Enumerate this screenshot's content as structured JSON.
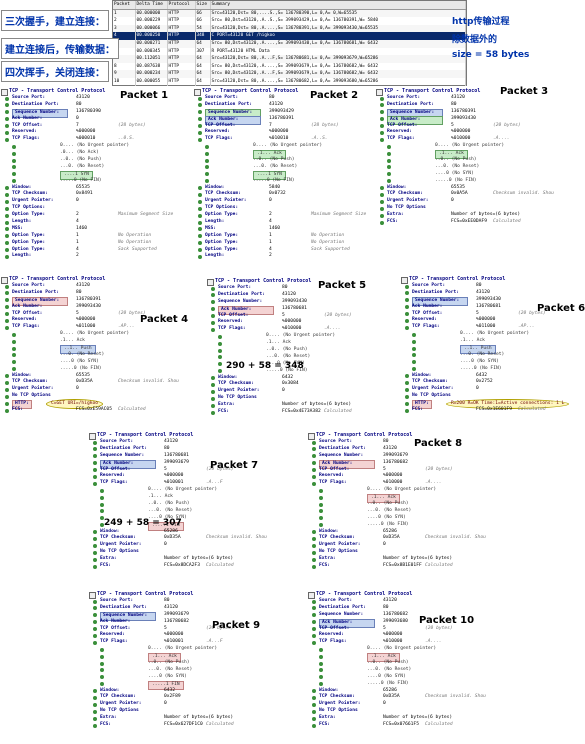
{
  "capture": {
    "columns": [
      "Packet",
      "Delta Time",
      "Protocol",
      "Size",
      "Summary"
    ],
    "rows": [
      [
        "1",
        "00.000000",
        "HTTP",
        "66",
        "Src=43120,Dst=  80,....S.,S= 136780390,L=  0,A=  0,W=65535"
      ],
      [
        "2",
        "00.000229",
        "HTTP",
        "66",
        "Src=   80,Dst=43120,.A..S.,S= 399093429,L=  0,A= 136780391,W= 5840"
      ],
      [
        "3",
        "00.000066",
        "HTTP",
        "54",
        "Src=43120,Dst=  80,.A....,S= 136780391,L=  0,A= 399093430,W=65535"
      ],
      [
        "4",
        "00.000250",
        "HTTP",
        "348",
        "C PORT=43120 GET /higkoo"
      ],
      [
        "5",
        "00.000271",
        "HTTP",
        "64",
        "Src=   80,Dst=43120,.A....,S= 399093430,L=  0,A= 136780681,W= 6432"
      ],
      [
        "6",
        "00.000345",
        "HTTP",
        "307",
        "R PORT=43120 HTML Data"
      ],
      [
        "7",
        "00.112051",
        "HTTP",
        "64",
        "Src=43120,Dst=  80,.A...F,S= 136780681,L=  0,A= 399093679,W=65286"
      ],
      [
        "8",
        "00.087638",
        "HTTP",
        "64",
        "Src=   80,Dst=43120,.A....,S= 399093679,L=  0,A= 136780682,W= 6432"
      ],
      [
        "9",
        "00.000234",
        "HTTP",
        "64",
        "Src=   80,Dst=43120,.A...F,S= 399093679,L=  0,A= 136780682,W= 6432"
      ],
      [
        "10",
        "00.000055",
        "HTTP",
        "64",
        "Src=43120,Dst=  80,.A....,S= 136780682,L=  0,A= 399093680,W=65286"
      ]
    ],
    "selected_row": 3
  },
  "annotations": {
    "handshake": "三次握手，建立连接：",
    "transfer": "建立连接后，传输数据：",
    "teardown": "四次挥手，关闭连接："
  },
  "side_note": {
    "line1": "http传输过程",
    "line2": "除数据外的",
    "line3": "size = 58 bytes"
  },
  "packets": [
    {
      "title": "Packet 1",
      "header": "TCP - Transport Control Protocol",
      "rows": [
        {
          "k": "Source Port:",
          "v": "43120"
        },
        {
          "k": "Destination Port:",
          "v": "80"
        },
        {
          "k": "Sequence Number:",
          "v": "136780390",
          "hl": "blue"
        },
        {
          "k": "Ack Number:",
          "v": "0"
        },
        {
          "k": "TCP Offset:",
          "v": "7",
          "n": "(28 bytes)"
        },
        {
          "k": "Reserved:",
          "v": "%000000"
        },
        {
          "k": "TCP Flags:",
          "v": "%000010",
          "n": "..0.S."
        },
        {
          "f": "0.... (No Urgent pointer)"
        },
        {
          "f": ".0... (No Ack)"
        },
        {
          "f": "..0.. (No Push)"
        },
        {
          "f": "...0. (No Reset)"
        },
        {
          "f": "....1 SYN",
          "hl": "green"
        },
        {
          "f": ".....0 (No FIN)"
        },
        {
          "k": "Window:",
          "v": "65535"
        },
        {
          "k": "TCP Checksum:",
          "v": "0x8491"
        },
        {
          "k": "Urgent Pointer:",
          "v": "0"
        },
        {
          "k": "TCP Options:"
        },
        {
          "k": "  Option Type:",
          "v": "2",
          "n": "Maximum Segment Size"
        },
        {
          "k": "  Length:",
          "v": "4"
        },
        {
          "k": "  MSS:",
          "v": "1460"
        },
        {
          "k": "  Option Type:",
          "v": "1",
          "n": "No Operation"
        },
        {
          "k": "  Option Type:",
          "v": "1",
          "n": "No Operation"
        },
        {
          "k": "  Option Type:",
          "v": "4",
          "n": "Sack Supported"
        },
        {
          "k": "  Length:",
          "v": "2"
        }
      ]
    },
    {
      "title": "Packet 2",
      "header": "TCP - Transport Control Protocol",
      "rows": [
        {
          "k": "Source Port:",
          "v": "80"
        },
        {
          "k": "Destination Port:",
          "v": "43120"
        },
        {
          "k": "Sequence Number:",
          "v": "399093429",
          "hl": "green"
        },
        {
          "k": "Ack Number:",
          "v": "136780391",
          "hl": "blue"
        },
        {
          "k": "TCP Offset:",
          "v": "7",
          "n": "(28 bytes)"
        },
        {
          "k": "Reserved:",
          "v": "%000000"
        },
        {
          "k": "TCP Flags:",
          "v": "%010010",
          "n": ".A..S."
        },
        {
          "f": "0.... (No Urgent pointer)"
        },
        {
          "f": ".1... Ack",
          "hl": "green"
        },
        {
          "f": "..0.. (No Push)"
        },
        {
          "f": "...0. (No Reset)"
        },
        {
          "f": "....1 SYN",
          "hl": "green"
        },
        {
          "f": ".....0 (No FIN)"
        },
        {
          "k": "Window:",
          "v": "5840"
        },
        {
          "k": "TCP Checksum:",
          "v": "0x0732"
        },
        {
          "k": "Urgent Pointer:",
          "v": "0"
        },
        {
          "k": "TCP Options:"
        },
        {
          "k": "  Option Type:",
          "v": "2",
          "n": "Maximum Segment Size"
        },
        {
          "k": "  Length:",
          "v": "4"
        },
        {
          "k": "  MSS:",
          "v": "1460"
        },
        {
          "k": "  Option Type:",
          "v": "1",
          "n": "No Operation"
        },
        {
          "k": "  Option Type:",
          "v": "1",
          "n": "No Operation"
        },
        {
          "k": "  Option Type:",
          "v": "4",
          "n": "Sack Supported"
        },
        {
          "k": "  Length:",
          "v": "2"
        }
      ]
    },
    {
      "title": "Packet 3",
      "header": "TCP - Transport Control Protocol",
      "rows": [
        {
          "k": "Source Port:",
          "v": "43120"
        },
        {
          "k": "Destination Port:",
          "v": "80"
        },
        {
          "k": "Sequence Number:",
          "v": "136780391",
          "hl": "blue"
        },
        {
          "k": "Ack Number:",
          "v": "399093430",
          "hl": "green"
        },
        {
          "k": "TCP Offset:",
          "v": "5",
          "n": "(20 bytes)"
        },
        {
          "k": "Reserved:",
          "v": "%000000"
        },
        {
          "k": "TCP Flags:",
          "v": "%010000",
          "n": ".A...."
        },
        {
          "f": "0.... (No Urgent pointer)"
        },
        {
          "f": ".1... Ack",
          "hl": "green"
        },
        {
          "f": "..0.. (No Push)"
        },
        {
          "f": "...0. (No Reset)"
        },
        {
          "f": "....0 (No SYN)"
        },
        {
          "f": ".....0 (No FIN)"
        },
        {
          "k": "Window:",
          "v": "65535"
        },
        {
          "k": "TCP Checksum:",
          "v": "0x0A5A",
          "n": "Checksum invalid. Shou"
        },
        {
          "k": "Urgent Pointer:",
          "v": "0"
        },
        {
          "k": "No TCP Options"
        },
        {
          "k": "Extra:",
          "v": "Number of bytes=(6 bytes)"
        },
        {
          "k": "FCS:",
          "v": "FCS=0xEE0DAF9",
          "n": "Calculated"
        }
      ]
    },
    {
      "title": "Packet 4",
      "header": "TCP - Transport Control Protocol",
      "rows": [
        {
          "k": "Source Port:",
          "v": "43120"
        },
        {
          "k": "Destination Port:",
          "v": "80"
        },
        {
          "k": "Sequence Number:",
          "v": "136780391",
          "hl": "red"
        },
        {
          "k": "Ack Number:",
          "v": "399093430"
        },
        {
          "k": "TCP Offset:",
          "v": "5",
          "n": "(20 bytes)"
        },
        {
          "k": "Reserved:",
          "v": "%000000"
        },
        {
          "k": "TCP Flags:",
          "v": "%011000",
          "n": ".AP..."
        },
        {
          "f": "0.... (No Urgent pointer)"
        },
        {
          "f": ".1... Ack"
        },
        {
          "f": "..1.. Push",
          "hl": "blue"
        },
        {
          "f": "...0. (No Reset)"
        },
        {
          "f": "....0 (No SYN)"
        },
        {
          "f": ".....0 (No FIN)"
        },
        {
          "k": "Window:",
          "v": "65535"
        },
        {
          "k": "TCP Checksum:",
          "v": "0xD35A",
          "n": "Checksum invalid. Shou"
        },
        {
          "k": "Urgent Pointer:",
          "v": "0"
        },
        {
          "k": "No TCP Options"
        },
        {
          "k": "HTTP:",
          "v": "C=GET URI=/higkoo",
          "hl": "yellow",
          "http": true
        },
        {
          "k": "FCS:",
          "v": "FCS=0xE59AC05",
          "n": "Calculated"
        }
      ]
    },
    {
      "title": "Packet 5",
      "header": "TCP - Transport Control Protocol",
      "rows": [
        {
          "k": "Source Port:",
          "v": "80"
        },
        {
          "k": "Destination Port:",
          "v": "43120"
        },
        {
          "k": "Sequence Number:",
          "v": "399093430"
        },
        {
          "k": "Ack Number:",
          "v": "136780681",
          "hl": "red"
        },
        {
          "k": "TCP Offset:",
          "v": "5",
          "n": "(20 bytes)"
        },
        {
          "k": "Reserved:",
          "v": "%000000"
        },
        {
          "k": "TCP Flags:",
          "v": "%010000",
          "n": ".A...."
        },
        {
          "f": "0.... (No Urgent pointer)"
        },
        {
          "f": ".1... Ack"
        },
        {
          "f": "..0.. (No Push)"
        },
        {
          "f": "...0. (No Reset)"
        },
        {
          "f": "....0 (No SYN)"
        },
        {
          "f": ".....0 (No FIN)"
        },
        {
          "k": "Window:",
          "v": "6432"
        },
        {
          "k": "TCP Checksum:",
          "v": "0x3084"
        },
        {
          "k": "Urgent Pointer:",
          "v": "0"
        },
        {
          "k": "No TCP Options"
        },
        {
          "k": "Extra:",
          "v": "Number of bytes=(6 bytes)"
        },
        {
          "k": "FCS:",
          "v": "FCS=0x4E73A382",
          "n": "Calculated"
        }
      ],
      "calc": "290 + 58 = 348"
    },
    {
      "title": "Packet 6",
      "header": "TCP - Transport Control Protocol",
      "rows": [
        {
          "k": "Source Port:",
          "v": "80"
        },
        {
          "k": "Destination Port:",
          "v": "43120"
        },
        {
          "k": "Sequence Number:",
          "v": "399093430",
          "hl": "blue"
        },
        {
          "k": "Ack Number:",
          "v": "136780681"
        },
        {
          "k": "TCP Offset:",
          "v": "5",
          "n": "(20 bytes)"
        },
        {
          "k": "Reserved:",
          "v": "%000000"
        },
        {
          "k": "TCP Flags:",
          "v": "%011000",
          "n": ".AP..."
        },
        {
          "f": "0.... (No Urgent pointer)"
        },
        {
          "f": ".1... Ack"
        },
        {
          "f": "..1.. Push",
          "hl": "blue"
        },
        {
          "f": "...0. (No Reset)"
        },
        {
          "f": "....0 (No SYN)"
        },
        {
          "f": ".....0 (No FIN)"
        },
        {
          "k": "Window:",
          "v": "6432"
        },
        {
          "k": "TCP Checksum:",
          "v": "0x2752"
        },
        {
          "k": "Urgent Pointer:",
          "v": "0"
        },
        {
          "k": "No TCP Options"
        },
        {
          "k": "HTTP:",
          "v": "R=200 R=OK Time:1=Active connections: 1 L",
          "hl": "yellow",
          "http": true
        },
        {
          "k": "FCS:",
          "v": "FCS=0x1E601F9",
          "n": "Calculated"
        }
      ]
    },
    {
      "title": "Packet 7",
      "header": "TCP - Transport Control Protocol",
      "rows": [
        {
          "k": "Source Port:",
          "v": "43120"
        },
        {
          "k": "Destination Port:",
          "v": "80"
        },
        {
          "k": "Sequence Number:",
          "v": "136780681"
        },
        {
          "k": "Ack Number:",
          "v": "399093679",
          "hl": "blue"
        },
        {
          "k": "TCP Offset:",
          "v": "5",
          "n": "(20 bytes)"
        },
        {
          "k": "Reserved:",
          "v": "%000000"
        },
        {
          "k": "TCP Flags:",
          "v": "%010001",
          "n": ".A...F"
        },
        {
          "f": "0.... (No Urgent pointer)"
        },
        {
          "f": ".1... Ack"
        },
        {
          "f": "..0.. (No Push)"
        },
        {
          "f": "...0. (No Reset)"
        },
        {
          "f": "....0 (No SYN)"
        },
        {
          "f": ".....1 FIN",
          "hl": "red"
        },
        {
          "k": "Window:",
          "v": "65286"
        },
        {
          "k": "TCP Checksum:",
          "v": "0xD35A",
          "n": "Checksum invalid. Shou"
        },
        {
          "k": "Urgent Pointer:",
          "v": "0"
        },
        {
          "k": "No TCP Options"
        },
        {
          "k": "Extra:",
          "v": "Number of bytes=(6 bytes)"
        },
        {
          "k": "FCS:",
          "v": "FCS=0x8DCA2F3",
          "n": "Calculated"
        }
      ],
      "calc": "249 + 58 = 307"
    },
    {
      "title": "Packet 8",
      "header": "TCP - Transport Control Protocol",
      "rows": [
        {
          "k": "Source Port:",
          "v": "80"
        },
        {
          "k": "Destination Port:",
          "v": "43120"
        },
        {
          "k": "Sequence Number:",
          "v": "399093679"
        },
        {
          "k": "Ack Number:",
          "v": "136780682",
          "hl": "red"
        },
        {
          "k": "TCP Offset:",
          "v": "5",
          "n": "(20 bytes)"
        },
        {
          "k": "Reserved:",
          "v": "%000000"
        },
        {
          "k": "TCP Flags:",
          "v": "%010000",
          "n": ".A...."
        },
        {
          "f": "0.... (No Urgent pointer)"
        },
        {
          "f": ".1... Ack",
          "hl": "red"
        },
        {
          "f": "..0.. (No Push)"
        },
        {
          "f": "...0. (No Reset)"
        },
        {
          "f": "....0 (No SYN)"
        },
        {
          "f": ".....0 (No FIN)"
        },
        {
          "k": "Window:",
          "v": "65286"
        },
        {
          "k": "TCP Checksum:",
          "v": "0xD35A",
          "n": "Checksum invalid. Shou"
        },
        {
          "k": "Urgent Pointer:",
          "v": "0"
        },
        {
          "k": "No TCP Options"
        },
        {
          "k": "Extra:",
          "v": "Number of bytes=(6 bytes)"
        },
        {
          "k": "FCS:",
          "v": "FCS=0x8B1E01FF",
          "n": "Calculated"
        }
      ]
    },
    {
      "title": "Packet 9",
      "header": "TCP - Transport Control Protocol",
      "rows": [
        {
          "k": "Source Port:",
          "v": "80"
        },
        {
          "k": "Destination Port:",
          "v": "43120"
        },
        {
          "k": "Sequence Number:",
          "v": "399093679",
          "hl": "blue"
        },
        {
          "k": "Ack Number:",
          "v": "136780682"
        },
        {
          "k": "TCP Offset:",
          "v": "5",
          "n": "(20 bytes)"
        },
        {
          "k": "Reserved:",
          "v": "%000000"
        },
        {
          "k": "TCP Flags:",
          "v": "%010001",
          "n": ".A...F"
        },
        {
          "f": "0.... (No Urgent pointer)"
        },
        {
          "f": ".1... Ack",
          "hl": "red"
        },
        {
          "f": "..0.. (No Push)"
        },
        {
          "f": "...0. (No Reset)"
        },
        {
          "f": "....0 (No SYN)"
        },
        {
          "f": ".....1 FIN",
          "hl": "red"
        },
        {
          "k": "Window:",
          "v": "6432"
        },
        {
          "k": "TCP Checksum:",
          "v": "0x2F89"
        },
        {
          "k": "Urgent Pointer:",
          "v": "0"
        },
        {
          "k": "No TCP Options"
        },
        {
          "k": "Extra:",
          "v": "Number of bytes=(6 bytes)"
        },
        {
          "k": "FCS:",
          "v": "FCS=0x627DF1C0",
          "n": "Calculated"
        }
      ]
    },
    {
      "title": "Packet 10",
      "header": "TCP - Transport Control Protocol",
      "rows": [
        {
          "k": "Source Port:",
          "v": "43120"
        },
        {
          "k": "Destination Port:",
          "v": "80"
        },
        {
          "k": "Sequence Number:",
          "v": "136780682"
        },
        {
          "k": "Ack Number:",
          "v": "399093680",
          "hl": "blue"
        },
        {
          "k": "TCP Offset:",
          "v": "5",
          "n": "(20 bytes)"
        },
        {
          "k": "Reserved:",
          "v": "%000000"
        },
        {
          "k": "TCP Flags:",
          "v": "%010000",
          "n": ".A...."
        },
        {
          "f": "0.... (No Urgent pointer)"
        },
        {
          "f": ".1... Ack",
          "hl": "red"
        },
        {
          "f": "..0.. (No Push)"
        },
        {
          "f": "...0. (No Reset)"
        },
        {
          "f": "....0 (No SYN)"
        },
        {
          "f": ".....0 (No FIN)"
        },
        {
          "k": "Window:",
          "v": "65286"
        },
        {
          "k": "TCP Checksum:",
          "v": "0xD35A",
          "n": "Checksum invalid. Shou"
        },
        {
          "k": "Urgent Pointer:",
          "v": "0"
        },
        {
          "k": "No TCP Options"
        },
        {
          "k": "Extra:",
          "v": "Number of bytes=(6 bytes)"
        },
        {
          "k": "FCS:",
          "v": "FCS=0x07661F5",
          "n": "Calculated"
        }
      ]
    }
  ]
}
